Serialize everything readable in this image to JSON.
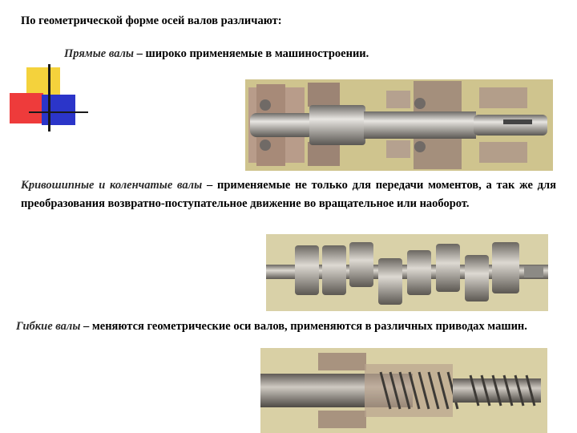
{
  "heading": "По геометрической форме осей валов различают:",
  "straight": {
    "term": "Прямые валы",
    "text": " – широко применяемые в машиностроении."
  },
  "crank": {
    "term": "Кривошипные и коленчатые валы",
    "text": " – применяемые не только для передачи моментов, а так же для преобразования возвратно-поступательное движение во вращательное или наоборот."
  },
  "flexible": {
    "term": "Гибкие валы",
    "text": " – меняются геометрические оси валов, применяются в различных приводах машин."
  },
  "colors": {
    "deco_yellow": "#f4d23c",
    "deco_red": "#ee3b3b",
    "deco_blue": "#2b35c9",
    "photo_bg": "#d8cf9c"
  }
}
